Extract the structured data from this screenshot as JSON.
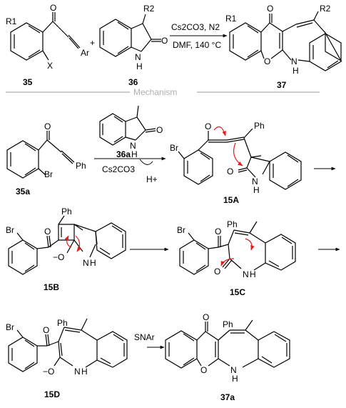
{
  "reaction": {
    "reactant1": {
      "id": "35",
      "subs": [
        "R1",
        "X",
        "O",
        "Ar"
      ]
    },
    "reactant2": {
      "id": "36",
      "subs": [
        "R2",
        "O",
        "N",
        "H"
      ]
    },
    "product": {
      "id": "37",
      "subs": [
        "R1",
        "R2",
        "O",
        "O",
        "N",
        "H"
      ]
    },
    "plus": "+",
    "conditions_top": "Cs2CO3, N2",
    "conditions_bottom": "DMF, 140 °C"
  },
  "section_header": "Mechanism",
  "mechanism": {
    "s35a": {
      "id": "35a",
      "subs": [
        "O",
        "Br",
        "Ph"
      ]
    },
    "s36a": {
      "id": "36a",
      "subs": [
        "O",
        "N",
        "H"
      ]
    },
    "reagent": "Cs2CO3",
    "proton": "H+",
    "s15A": {
      "id": "15A",
      "subs": [
        "O",
        "Br",
        "Ph",
        "O",
        "N",
        "H"
      ]
    },
    "s15B": {
      "id": "15B",
      "subs": [
        "Br",
        "O",
        "Ph",
        "−O",
        "N",
        "H"
      ]
    },
    "s15C": {
      "id": "15C",
      "subs": [
        "Br",
        "O",
        "Ph",
        "O",
        "N",
        "H"
      ]
    },
    "s15D": {
      "id": "15D",
      "subs": [
        "Br",
        "O",
        "Ph",
        "−O",
        "N",
        "H"
      ]
    },
    "snar": "SNAr",
    "s37a": {
      "id": "37a",
      "subs": [
        "O",
        "Ph",
        "O",
        "N",
        "H"
      ]
    }
  },
  "colors": {
    "arrow_push": "#e02020",
    "header": "#b0b0b0",
    "ink": "#000000"
  }
}
